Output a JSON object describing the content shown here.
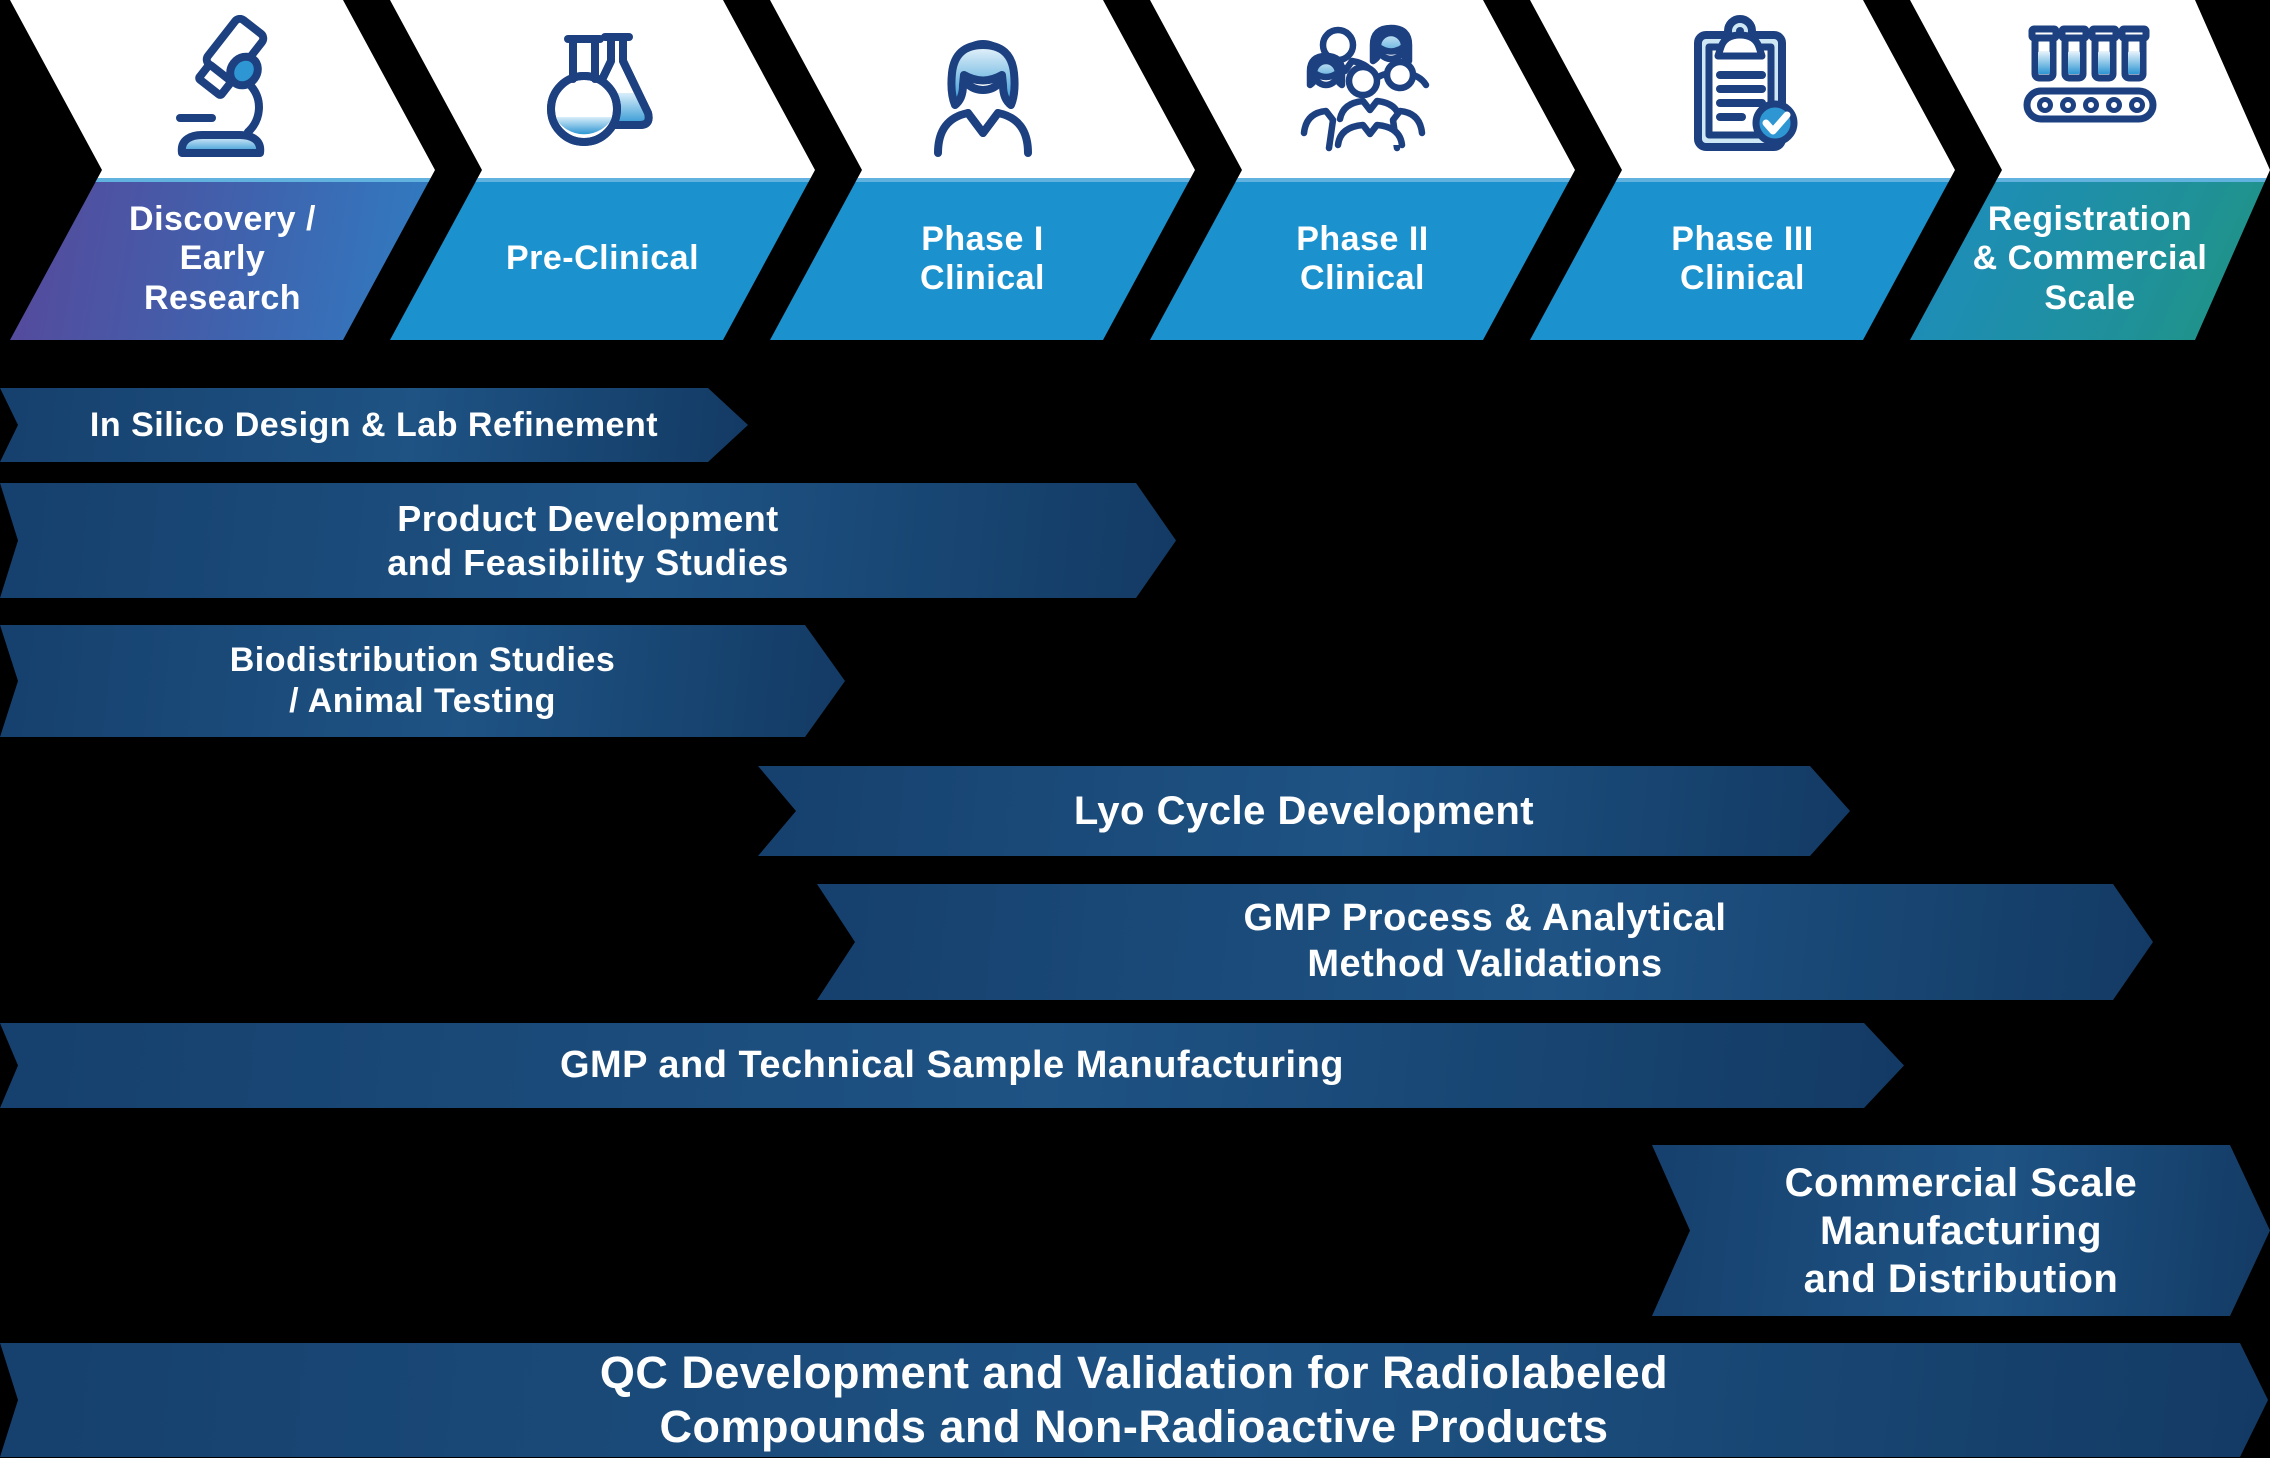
{
  "diagram": {
    "background": "#000000",
    "text_color": "#ffffff"
  },
  "stages": [
    {
      "name": "discovery-early-research",
      "lines": [
        "Discovery /",
        "Early",
        "Research"
      ],
      "icon": "microscope-icon",
      "band_colors": [
        "#57489b",
        "#2f7dc2"
      ]
    },
    {
      "name": "pre-clinical",
      "lines": [
        "Pre-Clinical"
      ],
      "icon": "flasks-icon",
      "band_colors": [
        "#1b91cd"
      ]
    },
    {
      "name": "phase-1-clinical",
      "lines": [
        "Phase I",
        "Clinical"
      ],
      "icon": "person-icon",
      "band_colors": [
        "#1b91cd"
      ]
    },
    {
      "name": "phase-2-clinical",
      "lines": [
        "Phase II",
        "Clinical"
      ],
      "icon": "people-group-icon",
      "band_colors": [
        "#1b91cd"
      ]
    },
    {
      "name": "phase-3-clinical",
      "lines": [
        "Phase III",
        "Clinical"
      ],
      "icon": "clipboard-check-icon",
      "band_colors": [
        "#1b91cd"
      ]
    },
    {
      "name": "registration-commercial-scale",
      "lines": [
        "Registration",
        "& Commercial",
        "Scale"
      ],
      "icon": "vials-conveyor-icon",
      "band_colors": [
        "#1d8cc1",
        "#21947f"
      ]
    }
  ],
  "bars": [
    {
      "name": "in-silico",
      "lines": [
        "In Silico Design & Lab Refinement"
      ]
    },
    {
      "name": "product-development",
      "lines": [
        "Product Development",
        "and Feasibility Studies"
      ]
    },
    {
      "name": "biodistribution",
      "lines": [
        "Biodistribution Studies",
        "/ Animal Testing"
      ]
    },
    {
      "name": "lyo-cycle",
      "lines": [
        "Lyo Cycle Development"
      ]
    },
    {
      "name": "gmp-validations",
      "lines": [
        "GMP Process & Analytical",
        "Method Validations"
      ]
    },
    {
      "name": "gmp-sample-manufacturing",
      "lines": [
        "GMP and Technical Sample Manufacturing"
      ]
    },
    {
      "name": "commercial-scale",
      "lines": [
        "Commercial Scale",
        "Manufacturing",
        "and Distribution"
      ]
    },
    {
      "name": "qc-development",
      "lines": [
        "QC Development and Validation for Radiolabeled",
        "Compounds and Non-Radioactive Products"
      ]
    }
  ],
  "palette": {
    "stage_band_blue": "#1b91cd",
    "band_highlight_line": "#62b2e0",
    "bar_gradient": [
      "#16406d",
      "#1e5384",
      "#133a64"
    ],
    "icon_outline": "#1d4080",
    "icon_accent": "#2e96d3"
  }
}
